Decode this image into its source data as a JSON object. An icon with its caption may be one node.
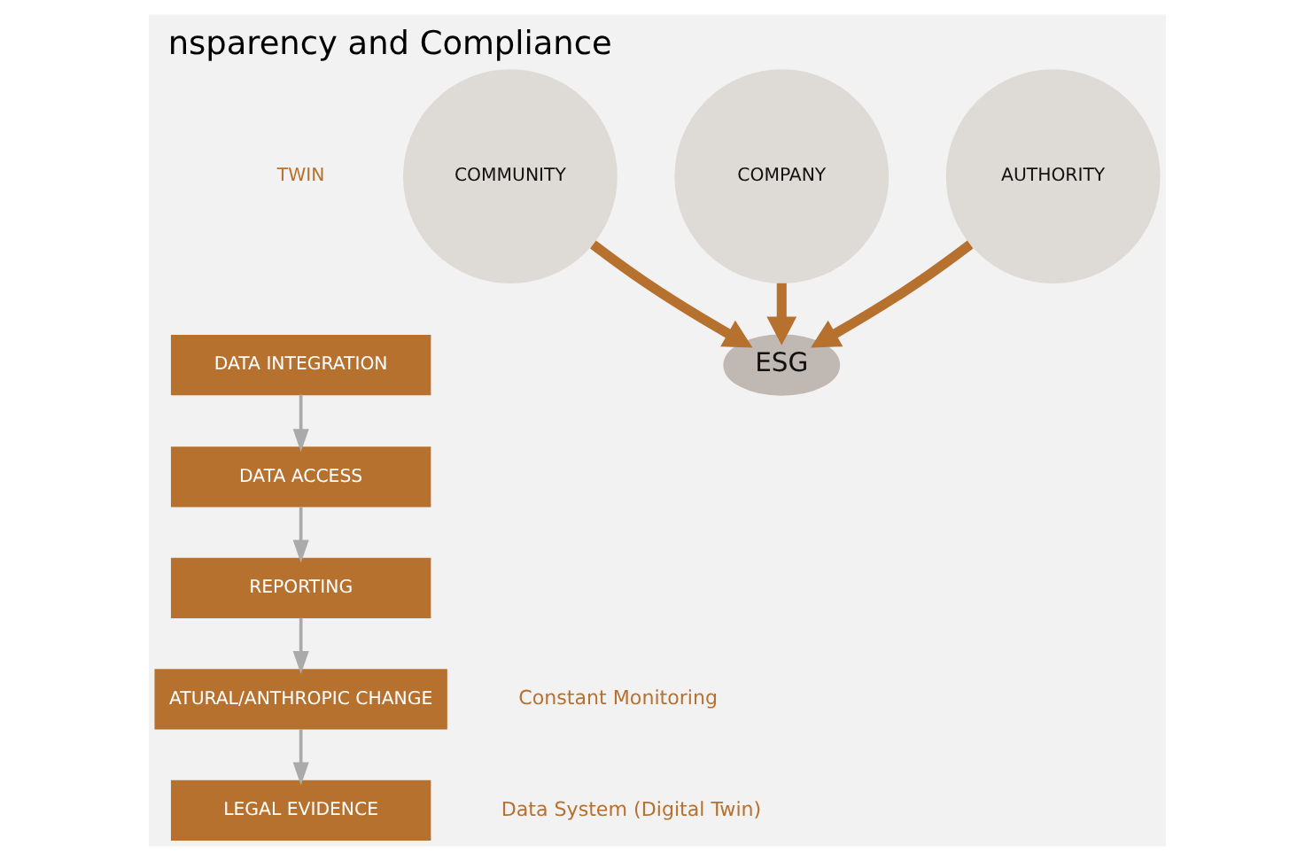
{
  "diagram": {
    "title": "nsparency and Compliance",
    "nodes": [
      {
        "text": [
          "DATA INTEGRATION"
        ]
      },
      {
        "text": [
          "DATA ACCESS"
        ]
      },
      {
        "text": [
          "REPORTING"
        ]
      },
      {
        "text": [
          "ATURAL/ANTHROPIC CHANGE"
        ],
        "beside": [
          "Constant Monitoring"
        ]
      },
      {
        "text": [
          "LEGAL EVIDENCE"
        ],
        "beside": [
          "Data System (Digital Twin)"
        ]
      },
      {
        "text": [
          "COMMUNITY"
        ]
      },
      {
        "text": [
          "COMPANY"
        ]
      },
      {
        "text": [
          "AUTHORITY"
        ]
      },
      {
        "text": [
          "ESG"
        ]
      }
    ],
    "edges": [
      {
        "from": 0,
        "to": 1,
        "arrow": "to"
      },
      {
        "from": 1,
        "to": 2,
        "arrow": "to"
      },
      {
        "from": 2,
        "to": 3,
        "arrow": "to"
      },
      {
        "from": 3,
        "to": 4,
        "arrow": "to"
      },
      {
        "from": 5,
        "to": 8,
        "arrow": "to",
        "style": "thick",
        "color": "#b7712f"
      },
      {
        "from": 6,
        "to": 8,
        "arrow": "to",
        "style": "thick",
        "color": "#b7712f"
      },
      {
        "from": 7,
        "to": 8,
        "arrow": "to",
        "style": "thick",
        "color": "#b7712f"
      }
    ],
    "labels": [
      "TWIN"
    ]
  }
}
